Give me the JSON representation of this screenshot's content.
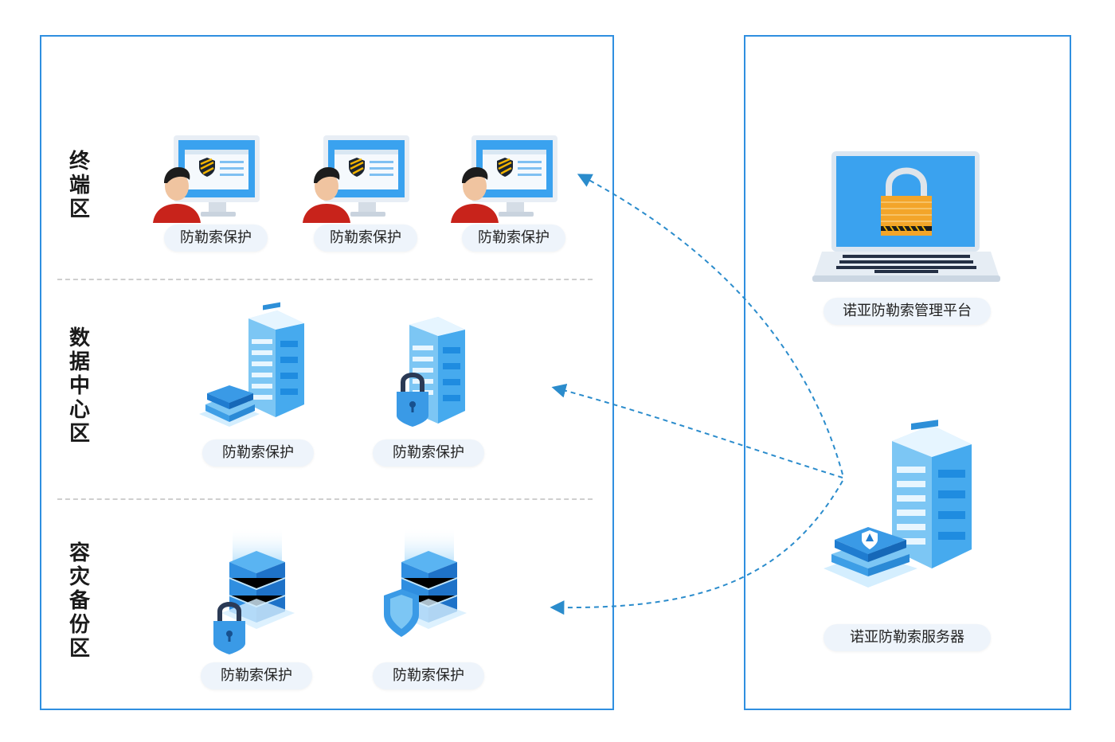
{
  "zones": {
    "terminal": {
      "label": "终端区"
    },
    "datacenter": {
      "label": "数据中心区"
    },
    "backup": {
      "label": "容灾备份区"
    }
  },
  "node_label": "防勒索保护",
  "platform": {
    "label": "诺亚防勒索管理平台"
  },
  "server": {
    "label": "诺亚防勒索服务器"
  },
  "colors": {
    "border": "#2f8fe0",
    "arrow": "#2b8ccc",
    "screen": "#3aa2ef",
    "user_shirt": "#c8231b",
    "tag_bg": "#eef4fb"
  }
}
